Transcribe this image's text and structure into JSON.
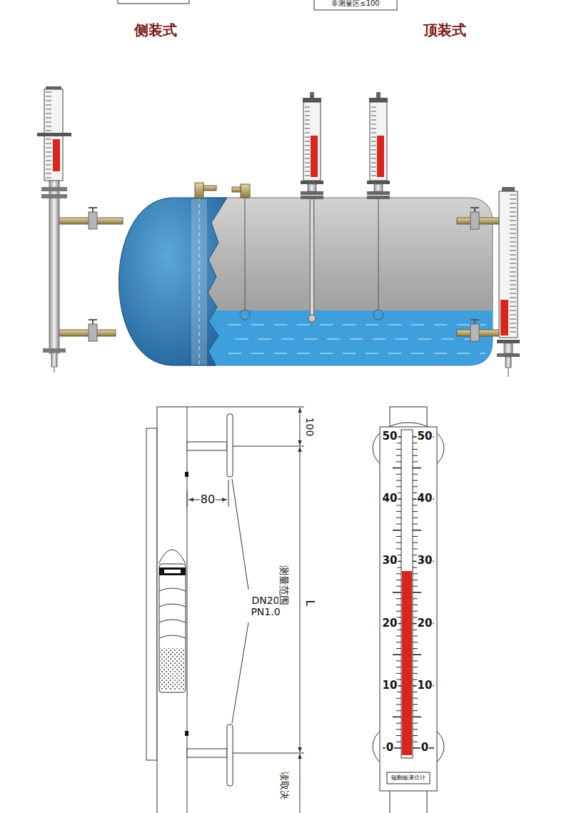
{
  "diagram": {
    "labels": [
      "非测量区≤100",
      "侧装式",
      "顶装式",
      "100",
      "80",
      "DN20 PN1.0",
      "测量范围",
      "L",
      "读取决",
      "50",
      "50",
      "40",
      "40",
      "30",
      "30",
      "20",
      "20",
      "10",
      "10",
      "0",
      "0",
      "磁翻板液位计"
    ]
  }
}
